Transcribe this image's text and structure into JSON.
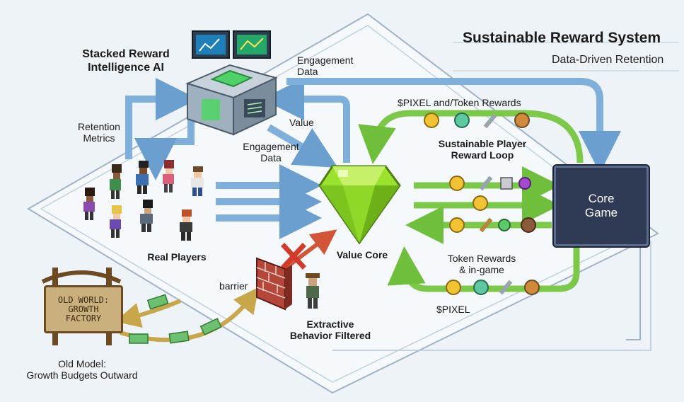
{
  "header": {
    "title": "Sustainable Reward System",
    "subtitle": "Data-Driven Retention"
  },
  "ai_node": {
    "title_line1": "Stacked Reward",
    "title_line2": "Intelligence AI"
  },
  "flows": {
    "engagement_data_top_1": "Engagement",
    "engagement_data_top_2": "Data",
    "retention_metrics_1": "Retention",
    "retention_metrics_2": "Metrics",
    "value": "Value",
    "engagement_data_mid_1": "Engagement",
    "engagement_data_mid_2": "Data",
    "pixel_token_rewards": "$PIXEL and/Token Rewards",
    "sustainable_loop_1": "Sustainable Player",
    "sustainable_loop_2": "Reward Loop",
    "token_rewards_1": "Token Rewards",
    "token_rewards_2": "& in-game",
    "pixel_bottom": "$PIXEL",
    "barrier": "barrier",
    "extractive_1": "Extractive",
    "extractive_2": "Behavior Filtered"
  },
  "nodes": {
    "real_players": "Real Players",
    "value_core": "Value Core",
    "core_game_1": "Core",
    "core_game_2": "Game"
  },
  "old_model": {
    "sign_line1": "OLD WORLD:",
    "sign_line2": "GROWTH",
    "sign_line3": "FACTORY",
    "label_line1": "Old Model:",
    "label_line2": "Growth Budgets Outward"
  },
  "colors": {
    "blue_arrow": "#7fb0dc",
    "green_arrow": "#7cc94a",
    "gem": "#9be22e",
    "core_game_bg": "#2f3a55",
    "barrier_red": "#d23b2a"
  }
}
